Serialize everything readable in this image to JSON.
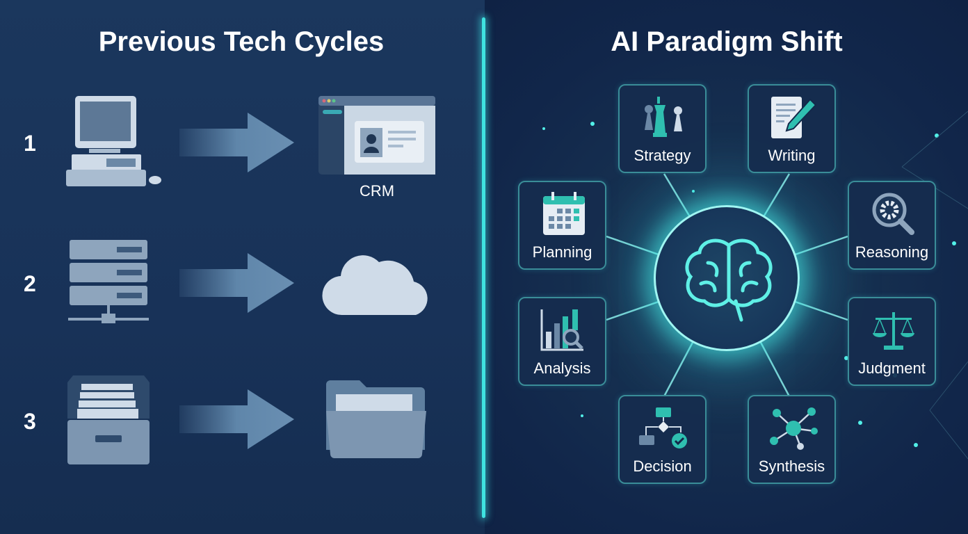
{
  "left": {
    "title": "Previous Tech Cycles",
    "rows": [
      {
        "number": "1",
        "from_icon": "desktop-computer-icon",
        "to_icon": "crm-window-icon",
        "to_label": "CRM"
      },
      {
        "number": "2",
        "from_icon": "server-rack-icon",
        "to_icon": "cloud-icon"
      },
      {
        "number": "3",
        "from_icon": "file-cabinet-icon",
        "to_icon": "folder-icon"
      }
    ]
  },
  "right": {
    "title": "AI Paradigm Shift",
    "hub_icon": "brain-icon",
    "capabilities": [
      {
        "label": "Strategy",
        "icon": "chess-icon"
      },
      {
        "label": "Writing",
        "icon": "document-pen-icon"
      },
      {
        "label": "Planning",
        "icon": "calendar-icon"
      },
      {
        "label": "Reasoning",
        "icon": "gear-magnifier-icon"
      },
      {
        "label": "Analysis",
        "icon": "bar-chart-magnifier-icon"
      },
      {
        "label": "Judgment",
        "icon": "scales-icon"
      },
      {
        "label": "Decision",
        "icon": "flowchart-icon"
      },
      {
        "label": "Synthesis",
        "icon": "network-icon"
      }
    ]
  },
  "colors": {
    "accent": "#3fe3e0",
    "icon_light": "#cfdbe8",
    "icon_mid": "#5f7f9f",
    "teal": "#2fbfb0"
  }
}
